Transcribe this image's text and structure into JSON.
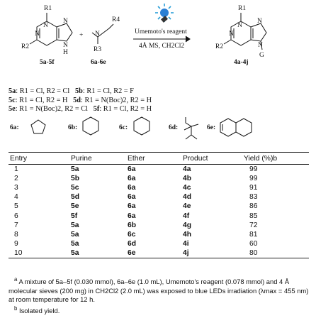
{
  "scheme": {
    "reactant_label": "5a-5f",
    "ether_label": "6a-6e",
    "product_label": "4a-4j",
    "plus": "+",
    "reagent": "Umemoto's reagent",
    "conditions": "4Å MS, CH2Cl2",
    "r1": "R1",
    "r2": "R2",
    "r3": "R3",
    "r4": "R4",
    "n": "N",
    "nh": "H",
    "g": "G"
  },
  "substrates": [
    [
      {
        "id": "5a",
        "text": ": R1 = Cl, R2 = Cl"
      },
      {
        "id": "5b",
        "text": ": R1 = Cl, R2 = F"
      }
    ],
    [
      {
        "id": "5c",
        "text": ": R1 = Cl, R2 = H"
      },
      {
        "id": "5d",
        "text": ": R1 = N(Boc)2, R2 = H"
      }
    ],
    [
      {
        "id": "5e",
        "text": ": R1 = N(Boc)2, R2 = Cl"
      },
      {
        "id": "5f",
        "text": ": R1 = Cl, R2 = H"
      }
    ]
  ],
  "ethers": [
    {
      "label": "6a:"
    },
    {
      "label": "6b:"
    },
    {
      "label": "6c:"
    },
    {
      "label": "6d:"
    },
    {
      "label": "6e:"
    }
  ],
  "table": {
    "headers": [
      "Entry",
      "Purine",
      "Ether",
      "Product",
      "Yield (%)b"
    ],
    "rows": [
      [
        "1",
        "5a",
        "6a",
        "4a",
        "99"
      ],
      [
        "2",
        "5b",
        "6a",
        "4b",
        "99"
      ],
      [
        "3",
        "5c",
        "6a",
        "4c",
        "91"
      ],
      [
        "4",
        "5d",
        "6a",
        "4d",
        "83"
      ],
      [
        "5",
        "5e",
        "6a",
        "4e",
        "86"
      ],
      [
        "6",
        "5f",
        "6a",
        "4f",
        "85"
      ],
      [
        "7",
        "5a",
        "6b",
        "4g",
        "72"
      ],
      [
        "8",
        "5a",
        "6c",
        "4h",
        "81"
      ],
      [
        "9",
        "5a",
        "6d",
        "4i",
        "60"
      ],
      [
        "10",
        "5a",
        "6e",
        "4j",
        "80"
      ]
    ]
  },
  "footnotes": {
    "a_mark": "a",
    "a_text": "A mixture of 5a–5f (0.030 mmol), 6a–6e (1.0 mL), Umemoto's reagent (0.078 mmol) and 4 Å molecular sieves (200 mg) in CH2Cl2 (2.0 mL) was exposed to blue LEDs irradiation (λmax = 455 nm) at room temperature for 12 h.",
    "b_mark": "b",
    "b_text": "Isolated yield."
  }
}
